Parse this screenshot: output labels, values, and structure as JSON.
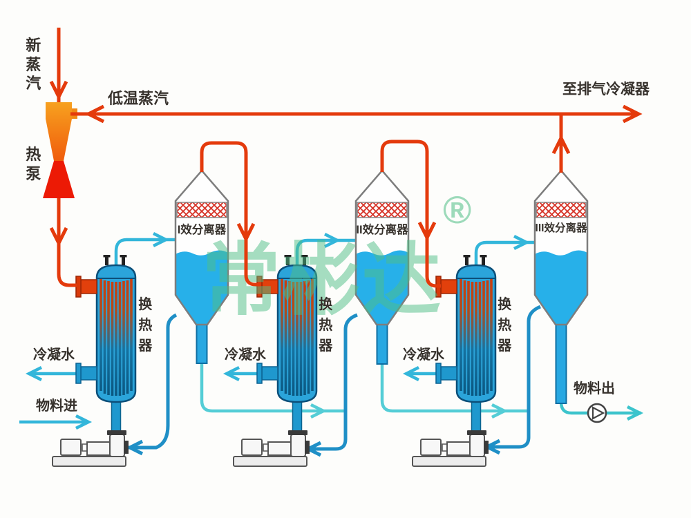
{
  "labels": {
    "new_steam": "新蒸汽",
    "heat_pump": "热泵",
    "low_temp_steam": "低温蒸汽",
    "to_exhaust_condenser": "至排气冷凝器",
    "heat_exchanger": "换热器",
    "condensate_water": "冷凝水",
    "material_in": "物料进",
    "material_out": "物料出"
  },
  "separators": [
    {
      "label": "I效分离器"
    },
    {
      "label": "II效分离器"
    },
    {
      "label": "III效分离器"
    }
  ],
  "watermark": {
    "text": "常彬达",
    "registered": "®"
  },
  "colors": {
    "steam_pipe": "#e43a0c",
    "liquid_pipe": "#33b6da",
    "liquid_pipe_dark": "#1f8fc6",
    "vessel_water": "#27b0e9",
    "watermark_green": "#4fbe86"
  }
}
